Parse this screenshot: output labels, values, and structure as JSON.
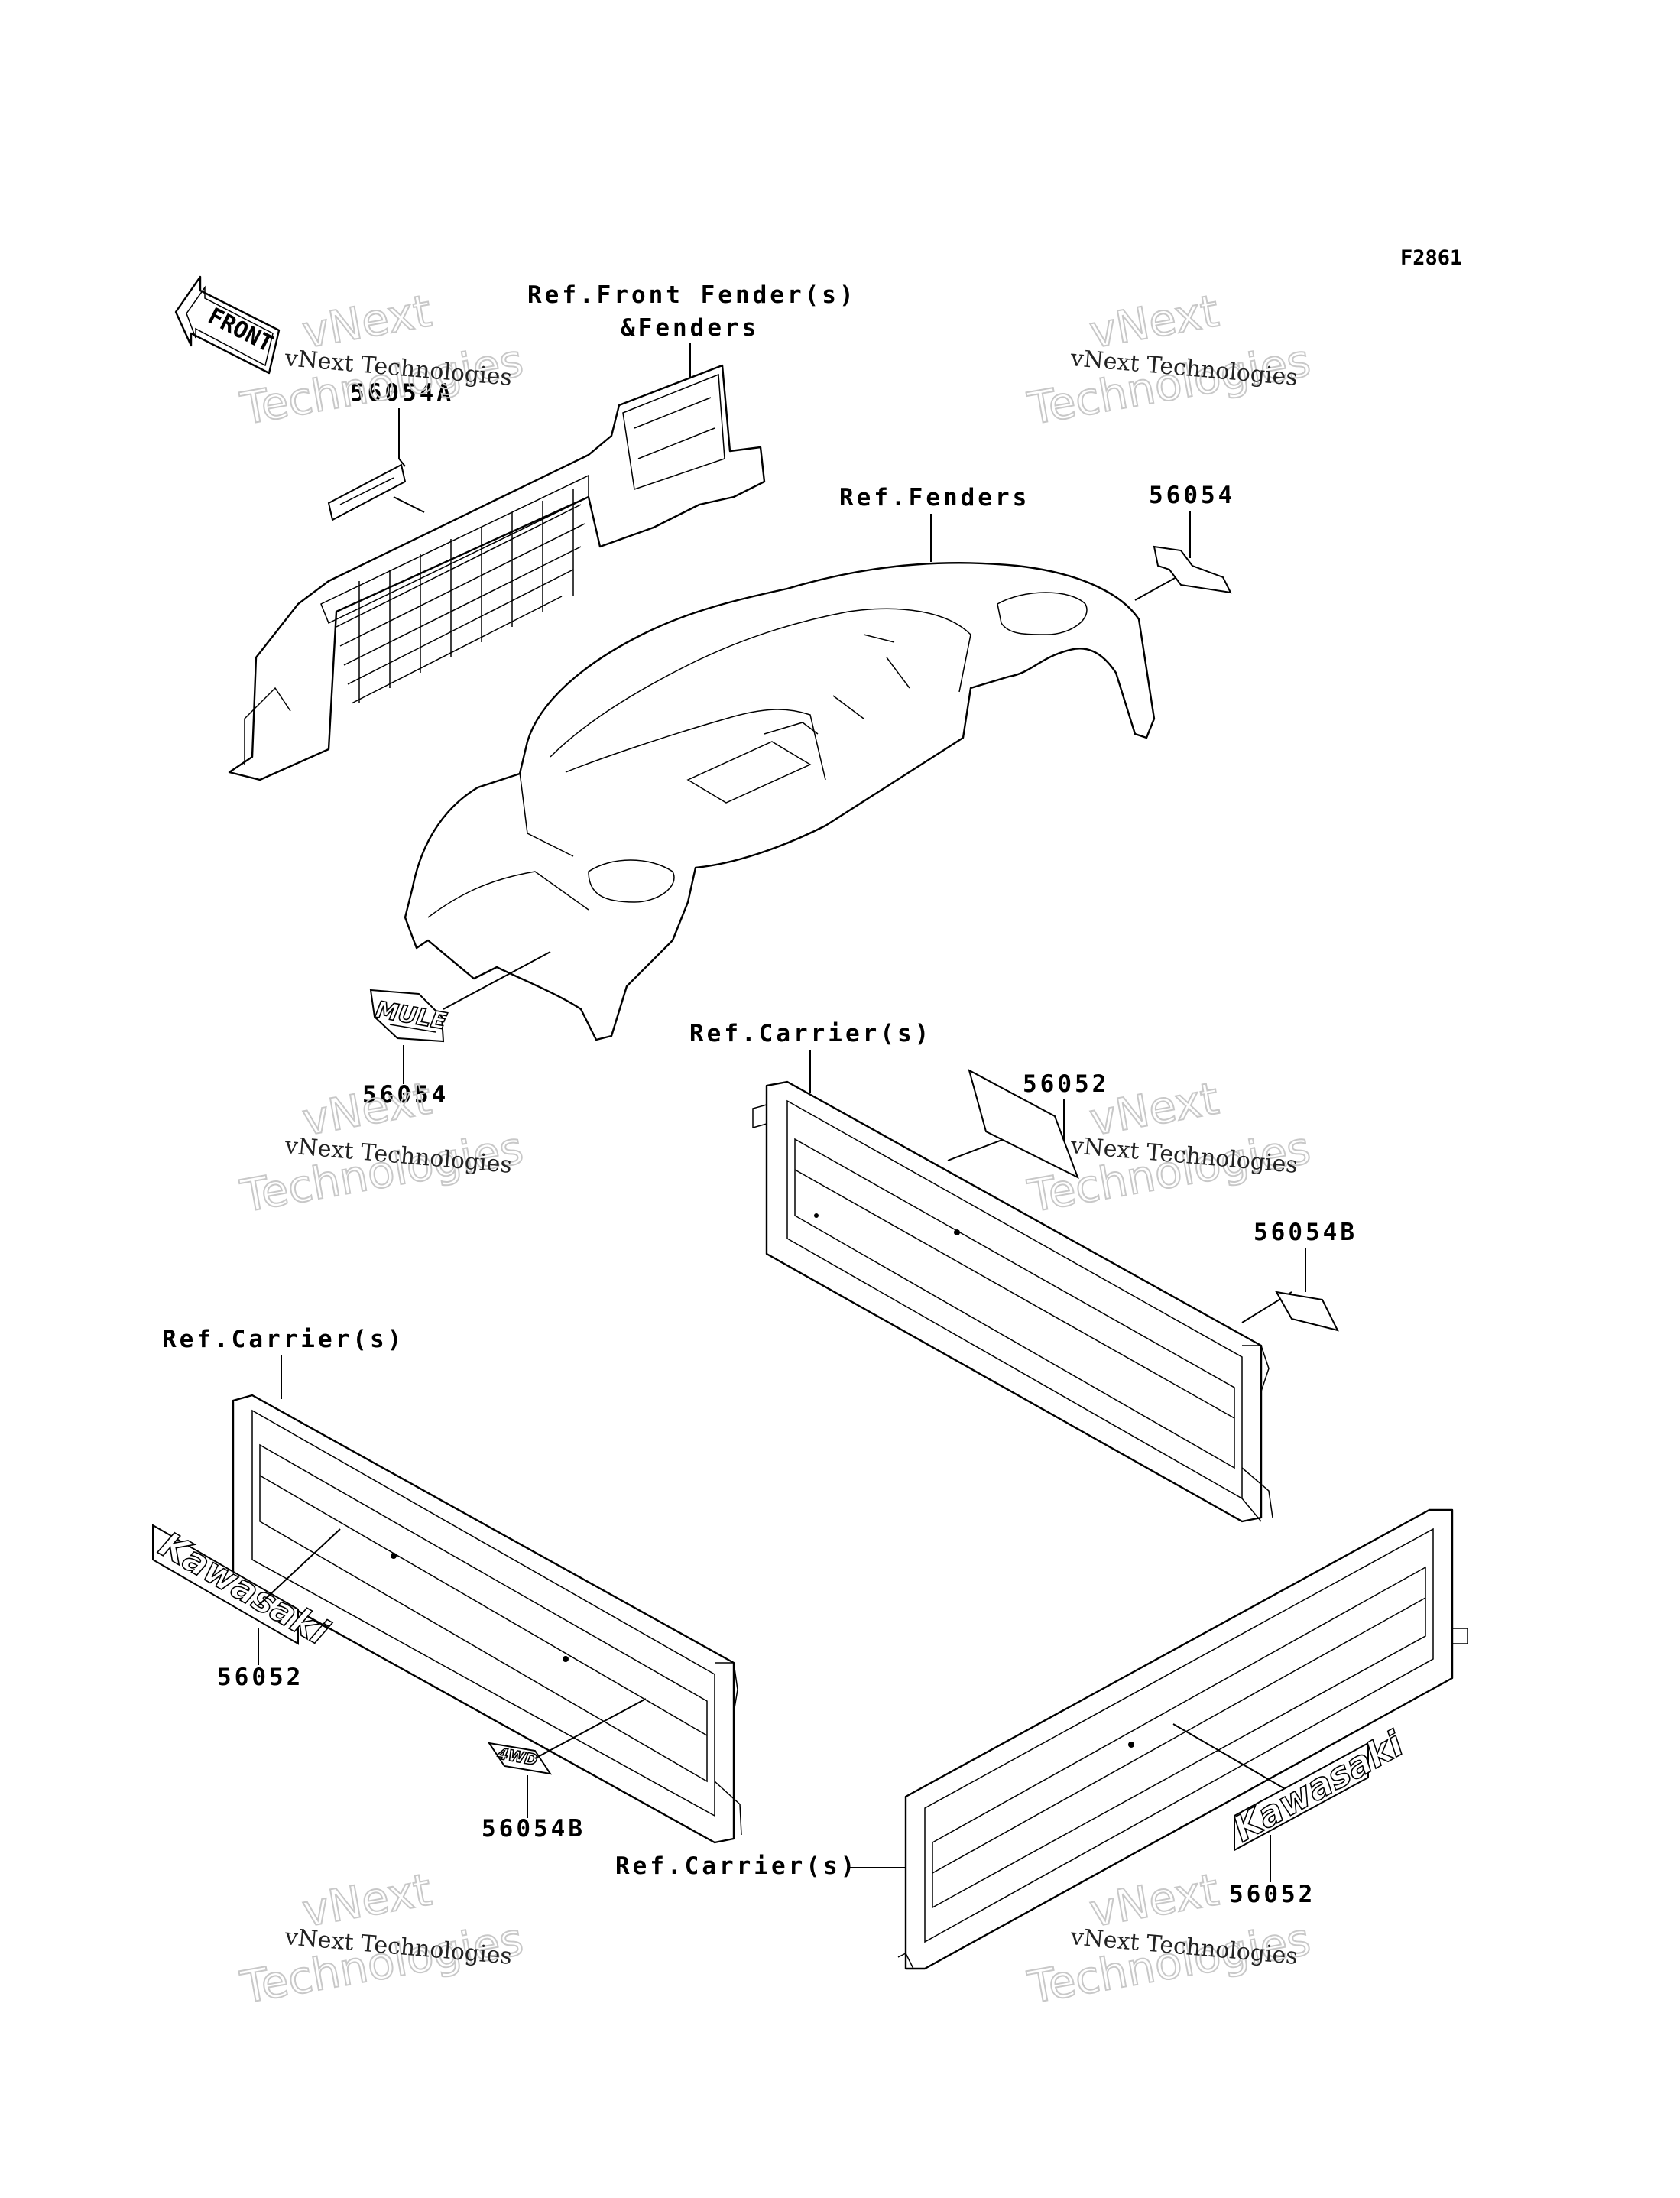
{
  "diagram_code": "F2861",
  "front_arrow_label": "FRONT",
  "labels": {
    "front_fender_line1": "Ref.Front Fender(s)",
    "front_fender_line2": "&Fenders",
    "fenders": "Ref.Fenders",
    "carrier_top": "Ref.Carrier(s)",
    "carrier_left": "Ref.Carrier(s)",
    "carrier_bottom": "Ref.Carrier(s)"
  },
  "part_numbers": {
    "p56054a": "56054A",
    "p56054_top": "56054",
    "p56054_mule": "56054",
    "p56052_carrier": "56052",
    "p56054b_right": "56054B",
    "p56052_left": "56052",
    "p56054b_left": "56054B",
    "p56052_right": "56052"
  },
  "decals": {
    "kawasaki_left": "Kawasaki",
    "kawasaki_right": "Kawasaki",
    "mule": "MULE",
    "fourwd": "4WD"
  },
  "watermark": {
    "line_small": "vNext Technologies",
    "line_big_1": "vNext",
    "line_big_2": "Technologies"
  }
}
